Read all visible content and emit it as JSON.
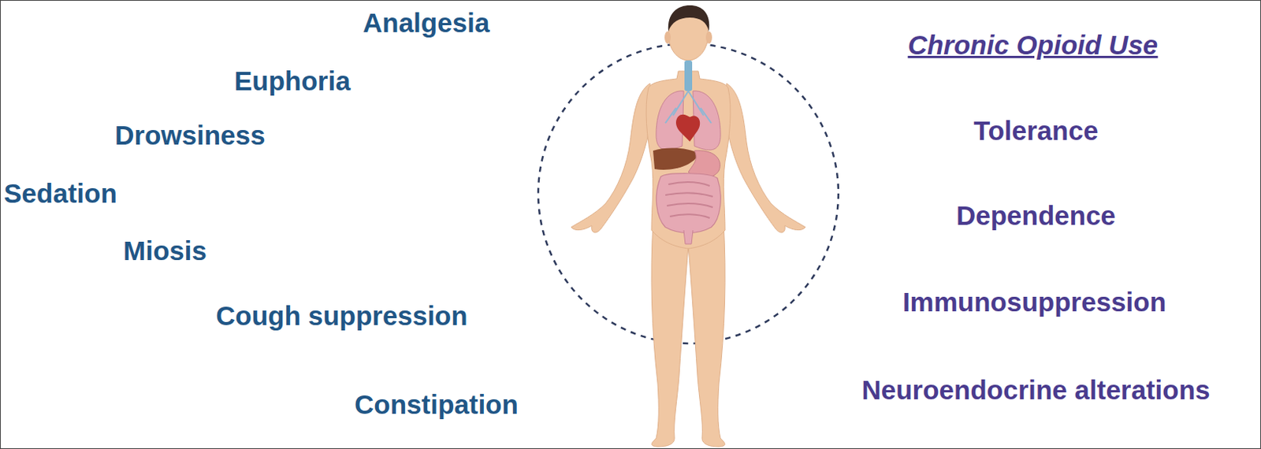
{
  "diagram": {
    "labels": [
      "Analgesia",
      "Euphoria",
      "Drowsiness",
      "Sedation",
      "Miosis",
      "Cough suppression",
      "Constipation",
      "Chronic Opioid Use",
      "Tolerance",
      "Dependence",
      "Immunosuppression",
      "Neuroendocrine alterations"
    ]
  }
}
